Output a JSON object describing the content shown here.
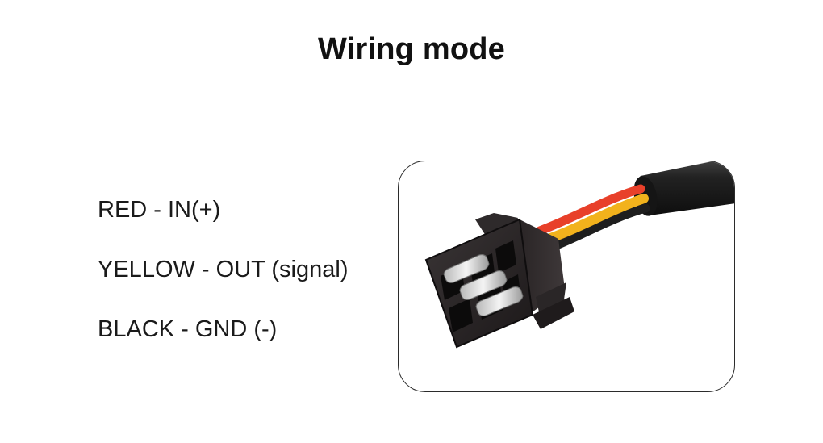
{
  "title": "Wiring mode",
  "wires": [
    {
      "label": "RED - IN(+)",
      "color": "#e8402a"
    },
    {
      "label": "YELLOW - OUT (signal)",
      "color": "#f2b21c"
    },
    {
      "label": "BLACK - GND (-)",
      "color": "#1e1e1e"
    }
  ],
  "photo": {
    "subject": "3-pin connector with red, yellow and black wires",
    "icon": "connector-plug-icon"
  }
}
